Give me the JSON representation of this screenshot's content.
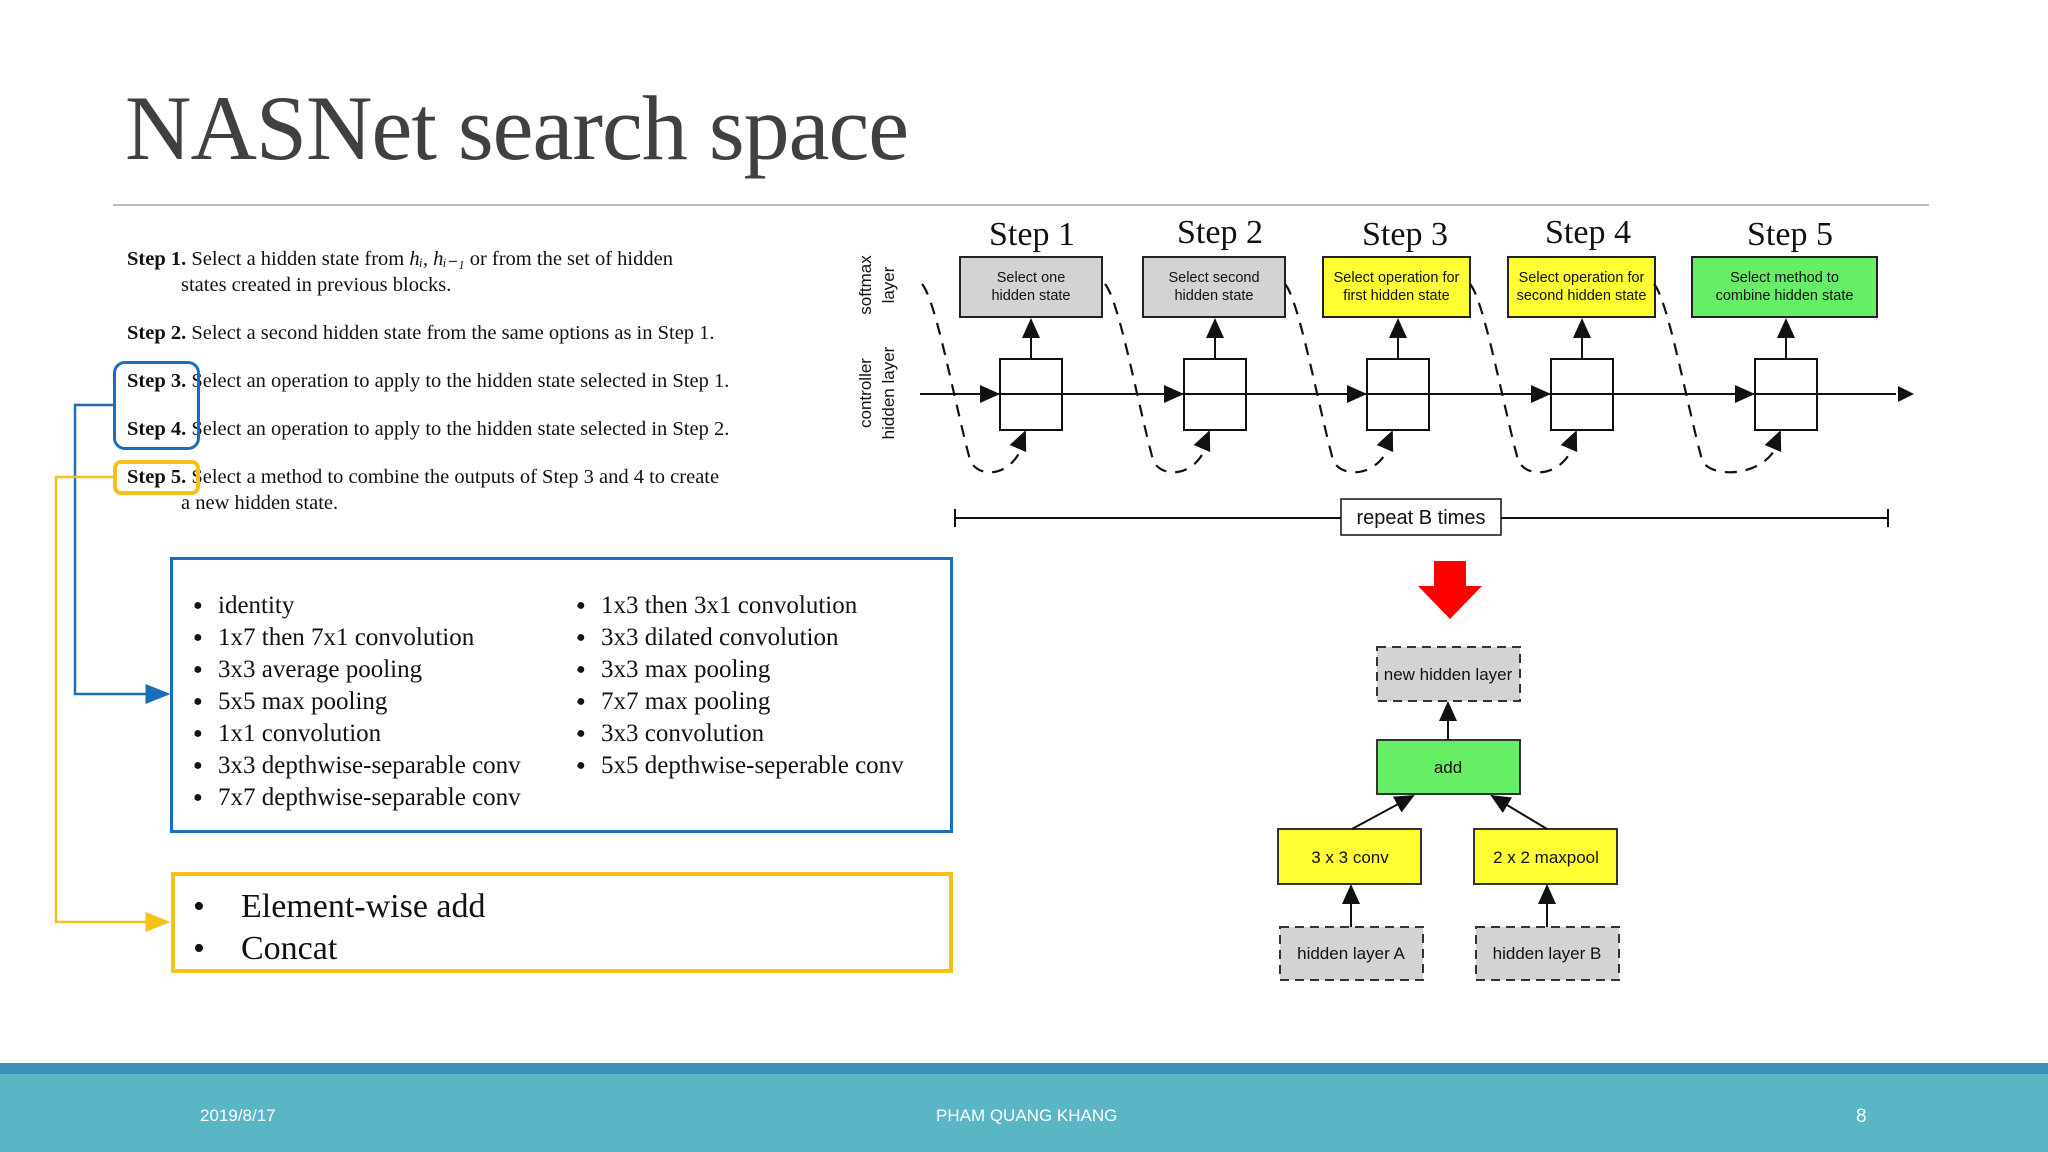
{
  "slide": {
    "title": "NASNet search space"
  },
  "steps": [
    {
      "label": "Step 1.",
      "text_a": "Select a hidden state from",
      "math": "hᵢ, hᵢ₋₁",
      "text_b": "or from the set of hidden",
      "text_cont": "states created in previous blocks."
    },
    {
      "label": "Step 2.",
      "text": "Select a second hidden state from the same options as in Step 1."
    },
    {
      "label": "Step 3.",
      "text": "Select an operation to apply to the hidden state selected in Step 1."
    },
    {
      "label": "Step 4.",
      "text": "Select an operation to apply to the hidden state selected in Step 2."
    },
    {
      "label": "Step 5.",
      "text": "Select a method to combine the outputs of Step 3 and 4 to create",
      "text_cont": "a new hidden state."
    }
  ],
  "operations": {
    "left": [
      "identity",
      "1x7 then 7x1 convolution",
      "3x3 average pooling",
      "5x5 max pooling",
      "1x1 convolution",
      "3x3 depthwise-separable conv",
      "7x7 depthwise-separable conv"
    ],
    "right": [
      "1x3 then 3x1 convolution",
      "3x3 dilated convolution",
      "3x3 max pooling",
      "7x7 max pooling",
      "3x3 convolution",
      "5x5 depthwise-seperable conv"
    ]
  },
  "combine_methods": [
    "Element-wise add",
    "Concat"
  ],
  "controller_diagram": {
    "step_titles": [
      "Step 1",
      "Step 2",
      "Step 3",
      "Step 4",
      "Step 5"
    ],
    "softmax_boxes": [
      "Select one\nhidden state",
      "Select second\nhidden state",
      "Select operation for\nfirst hidden state",
      "Select operation for\nsecond hidden state",
      "Select method to\ncombine hidden state"
    ],
    "softmax_colors": [
      "#d3d3d3",
      "#d3d3d3",
      "#ffff33",
      "#ffff33",
      "#66ee66"
    ],
    "softmax_label_1": "softmax",
    "softmax_label_2": "layer",
    "controller_label_1": "controller",
    "controller_label_2": "hidden layer",
    "repeat_label": "repeat B times"
  },
  "cell_diagram": {
    "new_hidden": "new hidden layer",
    "add": "add",
    "conv": "3 x 3 conv",
    "maxpool": "2 x 2 maxpool",
    "hidden_a": "hidden layer A",
    "hidden_b": "hidden layer B",
    "colors": {
      "add": "#66ee66",
      "op": "#ffff33",
      "hidden": "#d3d3d3",
      "arrow": "#ff0000"
    }
  },
  "colors": {
    "blue_highlight": "#1a6fbd",
    "yellow_highlight": "#f5c018"
  },
  "footer": {
    "date": "2019/8/17",
    "author": "PHAM QUANG KHANG",
    "page": "8"
  }
}
